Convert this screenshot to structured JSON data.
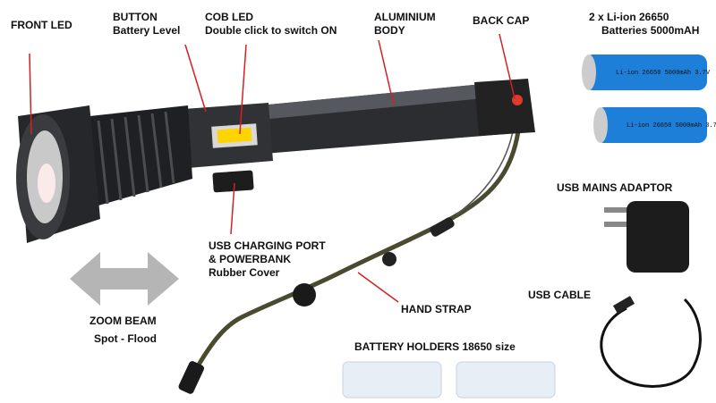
{
  "labels": {
    "front_led": "FRONT LED",
    "button_title": "BUTTON",
    "button_sub": "Battery Level",
    "cob_title": "COB LED",
    "cob_sub": "Double click to switch ON",
    "body_line1": "ALUMINIUM",
    "body_line2": "BODY",
    "back_cap": "BACK CAP",
    "batteries_line1": "2 x Li-ion 26650",
    "batteries_line2": "Batteries 5000mAH",
    "usb_adaptor": "USB MAINS ADAPTOR",
    "usb_port_line1": "USB CHARGING PORT",
    "usb_port_line2": "& POWERBANK",
    "usb_port_line3": "Rubber Cover",
    "hand_strap": "HAND STRAP",
    "zoom_beam": "ZOOM BEAM",
    "zoom_sub": "Spot - Flood",
    "usb_cable": "USB CABLE",
    "battery_holders": "BATTERY HOLDERS 18650 size"
  },
  "battery_print": "Li-ion 26650  5000mAh 3.7V",
  "colors": {
    "callout": "#d42020",
    "battery": "#1e7fd8",
    "body": "#2a2c30",
    "cob": "#ffd400"
  }
}
